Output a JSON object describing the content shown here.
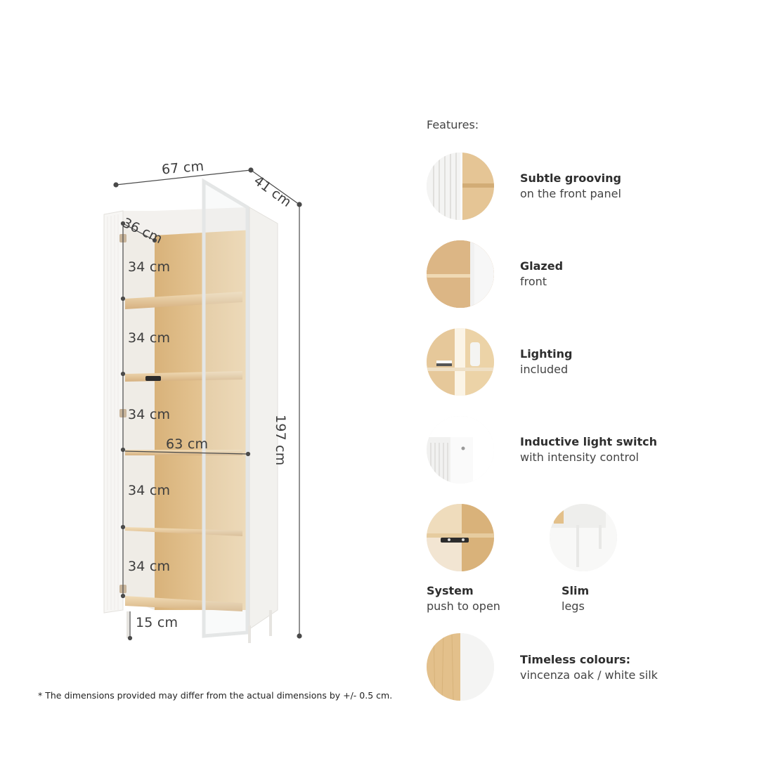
{
  "dimensions": {
    "width": "67 cm",
    "depth": "41 cm",
    "inner_depth": "36 cm",
    "height": "197 cm",
    "shelf_spacing_1": "34 cm",
    "shelf_spacing_2": "34 cm",
    "shelf_spacing_3": "34 cm",
    "shelf_spacing_4": "34 cm",
    "shelf_spacing_5": "34 cm",
    "inner_width": "63 cm",
    "leg_height": "15 cm"
  },
  "footnote": "* The dimensions provided may differ from the actual dimensions by +/- 0.5 cm.",
  "features": {
    "heading": "Features:",
    "items": [
      {
        "title": "Subtle grooving",
        "subtitle": "on the front panel",
        "icon": "grooved-panel-thumbnail"
      },
      {
        "title": "Glazed",
        "subtitle": "front",
        "icon": "glass-front-thumbnail"
      },
      {
        "title": "Lighting",
        "subtitle": "included",
        "icon": "lighting-thumbnail"
      },
      {
        "title": "Inductive light switch",
        "subtitle": "with intensity control",
        "icon": "light-switch-thumbnail"
      },
      {
        "title": "System",
        "subtitle": "push to open",
        "icon": "push-to-open-thumbnail"
      },
      {
        "title": "Slim",
        "subtitle": "legs",
        "icon": "slim-legs-thumbnail"
      },
      {
        "title": "Timeless colours:",
        "subtitle": "vincenza oak / white silk",
        "icon": "colour-swatch-thumbnail"
      }
    ]
  },
  "colors": {
    "oak": "#e2c28f",
    "oak_dark": "#c9a06a",
    "white_silk": "#f6f6f4",
    "line": "#555555"
  }
}
